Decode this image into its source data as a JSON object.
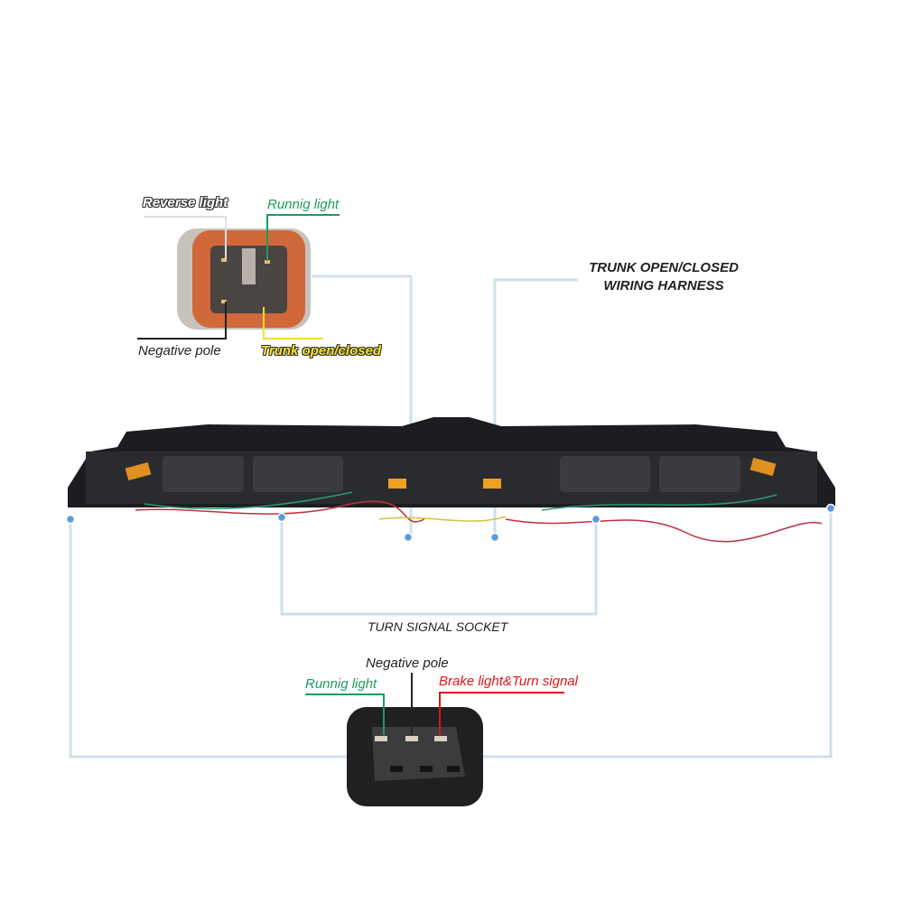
{
  "top_connector": {
    "reverse_light": "Reverse light",
    "running_light": "Runnig light",
    "negative_pole": "Negative pole",
    "trunk": "Trunk open/closed"
  },
  "trunk_harness": {
    "line1": "TRUNK OPEN/CLOSED",
    "line2": "WIRING HARNESS"
  },
  "turn_signal_socket": "TURN SIGNAL SOCKET",
  "bottom_connector": {
    "negative_pole": "Negative pole",
    "running_light": "Runnig light",
    "brake_turn": "Brake light&Turn signal"
  },
  "colors": {
    "leader_line": "#cfe0ea",
    "dot": "#5a9be0",
    "green": "#1f9a5c",
    "red": "#e01414",
    "amber": "#f0a020"
  }
}
